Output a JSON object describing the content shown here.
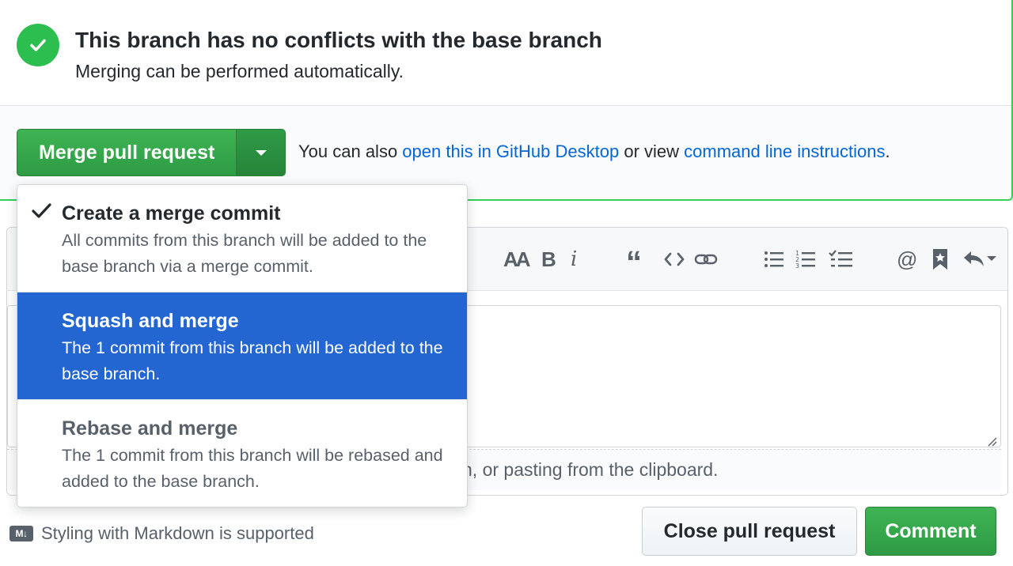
{
  "mergebox": {
    "title": "This branch has no conflicts with the base branch",
    "subtitle": "Merging can be performed automatically.",
    "merge_button": "Merge pull request",
    "also_prefix": "You can also ",
    "desktop_link": "open this in GitHub Desktop",
    "also_middle": " or view ",
    "cli_link": "command line instructions",
    "also_suffix": ".",
    "status_icon": "check-circle-icon",
    "accent_color": "#2cbe4e"
  },
  "merge_options": [
    {
      "title": "Create a merge commit",
      "description": "All commits from this branch will be added to the base branch via a merge commit.",
      "selected": true
    },
    {
      "title": "Squash and merge",
      "description": "The 1 commit from this branch will be added to the base branch.",
      "highlighted": true
    },
    {
      "title": "Rebase and merge",
      "description": "The 1 commit from this branch will be rebased and added to the base branch."
    }
  ],
  "toolbar": {
    "heading": "AA",
    "bold": "B",
    "italic": "i",
    "quote": "“",
    "code": "<>",
    "mention": "@"
  },
  "editor": {
    "attach_hint_visible": "n, or pasting from the clipboard."
  },
  "footer": {
    "markdown_badge": "M↓",
    "markdown_note": "Styling with Markdown is supported",
    "close_button": "Close pull request",
    "comment_button": "Comment"
  },
  "colors": {
    "highlight_blue": "#2366d1",
    "link_blue": "#0366d6",
    "green_button": "#2ea44f"
  }
}
